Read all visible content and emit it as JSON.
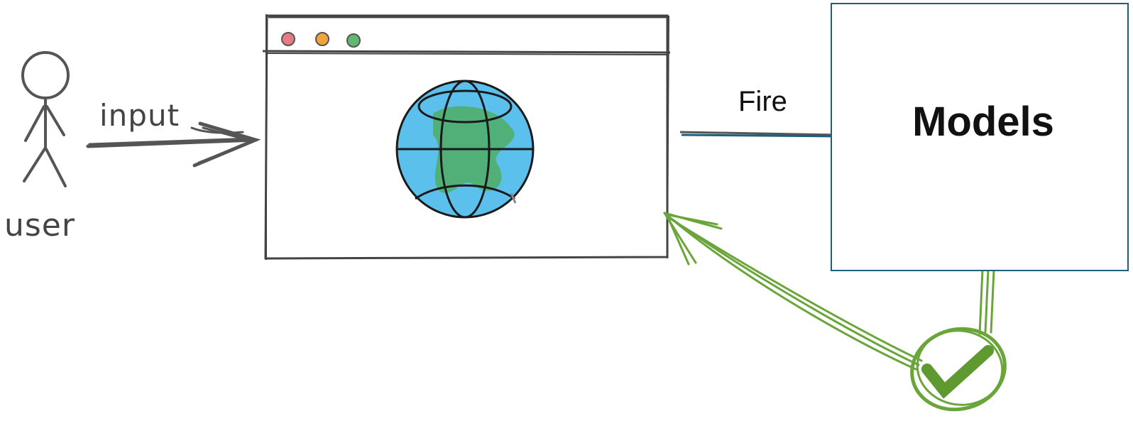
{
  "diagram": {
    "user_label": "user",
    "input_label": "input",
    "fire_label": "Fire",
    "models_label": "Models"
  },
  "colors": {
    "sketch": "#444444",
    "arrow_blue": "#1f5f7a",
    "check_green": "#6aa53a",
    "globe_blue": "#5bc0ec",
    "land_green": "#4fae6a",
    "dot_red": "#e87a86",
    "dot_orange": "#f0a43a",
    "dot_green": "#5fba6e"
  },
  "icons": [
    "stick-figure-icon",
    "browser-window-icon",
    "globe-icon",
    "checkmark-icon"
  ]
}
